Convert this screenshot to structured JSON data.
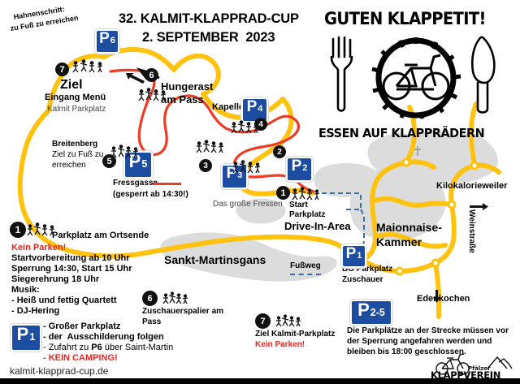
{
  "title": {
    "line1": "32. KALMIT-KLAPPRAD-CUP",
    "line2": "2. SEPTEMBER  2023"
  },
  "logo": {
    "top_text": "GUTEN KLAPPETIT!",
    "bottom_text": "ESSEN AUF KLAPPRÄDERN",
    "icons": [
      "fork-icon",
      "bicycle-in-chainring-icon",
      "knife-icon"
    ]
  },
  "map": {
    "labels": {
      "hahnenschritt": "Hahnenschritt:",
      "hahnenschritt_sub": "zu Fuß zu erreichen",
      "ziel": "Ziel",
      "ziel_sub1": "Eingang Menü",
      "ziel_sub2": "Kalmit Parkplatz",
      "hungerast1": "Hungerast",
      "hungerast2": "am Pass",
      "kapelle": "Kapelle",
      "breitenberg": "Breitenberg",
      "breitenberg_sub1": "Ziel zu Fuß zu",
      "breitenberg_sub2": "erreichen",
      "fressgasse": "Fressgasse",
      "fressgasse_sub": "(gesperrt ab 14:30!)",
      "grosse_fressen": "Das große Fressen",
      "start1": "Start",
      "start2": "Parkplatz",
      "drivein": "Drive-In-Area",
      "sankt_martinsgans": "Sankt-Martinsgans",
      "fussweg": "Fußweg",
      "bg_parkplatz1": "BG Parkplatz",
      "bg_parkplatz2": "Zuschauer",
      "maionnaise1": "Maionnaise-",
      "maionnaise2": "Kammer",
      "kilokalorieweiler": "Kilokalorieweiler",
      "weinstrasse": "Weinstraße",
      "edenkochen": "Edenkochen"
    },
    "parking_signs": [
      {
        "id": "P6",
        "p": "P",
        "sub": "6"
      },
      {
        "id": "P5",
        "p": "P",
        "sub": "5"
      },
      {
        "id": "P4",
        "p": "P",
        "sub": "4"
      },
      {
        "id": "P3",
        "p": "P",
        "sub": "3"
      },
      {
        "id": "P2",
        "p": "P",
        "sub": "2"
      },
      {
        "id": "P1",
        "p": "P",
        "sub": "1"
      }
    ],
    "markers": [
      "7",
      "6",
      "5",
      "4",
      "3",
      "2",
      "1"
    ]
  },
  "legend": {
    "item1": {
      "number": "1",
      "title": "Parkplatz am Ortsende",
      "warn": "Kein Parken!",
      "lines": [
        "Startvorbereitung ab 10 Uhr",
        "Sperrung 14:30, Start 15 Uhr",
        "Siegerehrung 18 Uhr",
        "Musik:",
        "- Heiß und fettig Quartett",
        "- DJ-Hering"
      ]
    },
    "p1_block": {
      "sign_p": "P",
      "sign_sub": "1",
      "lines": [
        "- Großer Parkplatz",
        "- der  Ausschilderung folgen"
      ],
      "line3_a": "- Zufahrt zu ",
      "line3_b": "P6",
      "line3_c": " über Saint-Martin",
      "warn": "- KEIN CAMPING!"
    },
    "item6": {
      "number": "6",
      "line1": "Zuschauerspalier am",
      "line2": "Pass"
    },
    "item7": {
      "number": "7",
      "line1": "Ziel Kalmit-Parkplatz",
      "warn": "Kein Parken!"
    },
    "p25_block": {
      "sign_p": "P",
      "sign_sub": "2-5",
      "line1_a": "Die Parkplätze an der Strecke müssen ",
      "line1_b": "vor",
      "line2": "der Sperrung angefahren werden und",
      "line3": "bleiben bis 18:00 geschlossen."
    }
  },
  "footer": {
    "url": "kalmit-klapprad-cup.de",
    "club_name": "KLAPPVEREIN",
    "club_sub": "Pfälzer"
  },
  "colors": {
    "road_yellow": "#FFC20E",
    "route_red": "#EF3B26",
    "sign_blue": "#1C4DA1",
    "warn_red": "#E8251F",
    "landmass_grey": "#DCDCDC",
    "footpath_blue": "#3B6EA8"
  }
}
